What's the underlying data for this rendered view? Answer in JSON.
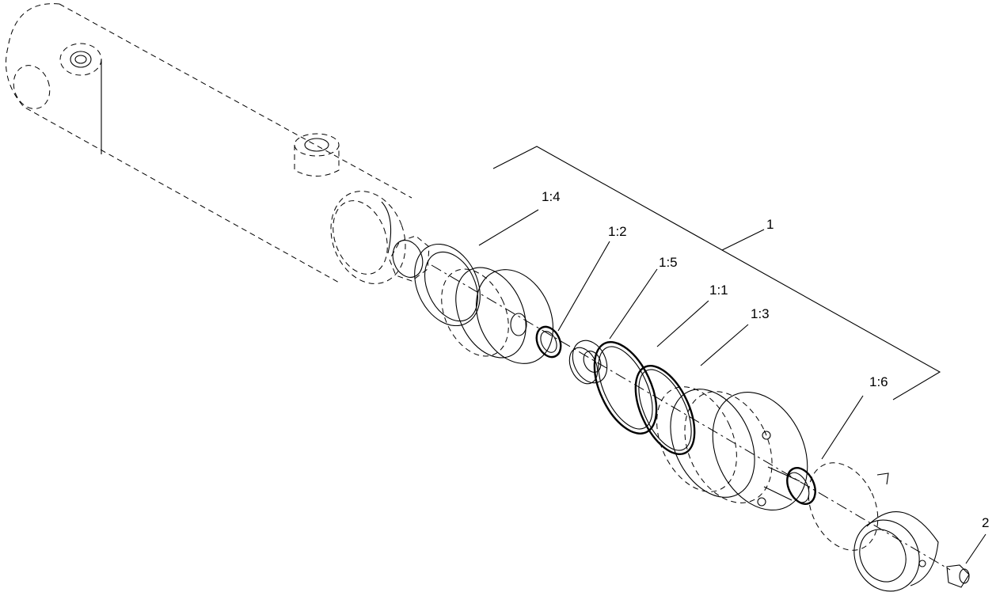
{
  "callouts": {
    "assembly": "1",
    "seal_1_4": "1:4",
    "seal_1_2": "1:2",
    "seal_1_5": "1:5",
    "ring_1_1": "1:1",
    "ring_1_3": "1:3",
    "seal_1_6": "1:6",
    "fitting": "2"
  }
}
